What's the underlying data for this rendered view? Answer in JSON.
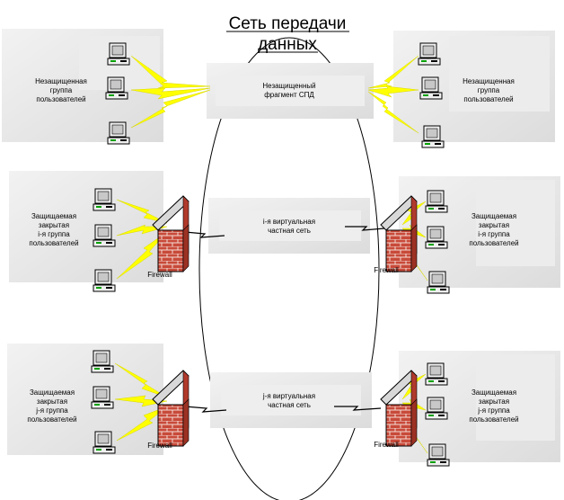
{
  "title": {
    "line1": "Сеть передачи",
    "line2": "данных"
  },
  "center_unprotected": {
    "line1": "Незащищенный",
    "line2": "фрагмент СПД"
  },
  "center_vpn_i": {
    "line1": "i-я виртуальная",
    "line2": "частная сеть"
  },
  "center_vpn_j": {
    "line1": "j-я виртуальная",
    "line2": "частная сеть"
  },
  "left_unprotected": {
    "line1": "Незащищенная",
    "line2": "группа",
    "line3": "пользователей"
  },
  "right_unprotected": {
    "line1": "Незащищенная",
    "line2": "группа",
    "line3": "пользователей"
  },
  "left_protected_i": {
    "line1": "Защищаемая",
    "line2": "закрытая",
    "line3": "i-я группа",
    "line4": "пользователей"
  },
  "right_protected_i": {
    "line1": "Защищаемая",
    "line2": "закрытая",
    "line3": "i-я группа",
    "line4": "пользователей"
  },
  "left_protected_j": {
    "line1": "Защищаемая",
    "line2": "закрытая",
    "line3": "j-я группа",
    "line4": "пользователей"
  },
  "right_protected_j": {
    "line1": "Защищаемая",
    "line2": "закрытая",
    "line3": "j-я группа",
    "line4": "пользователей"
  },
  "firewall_label": "Firewall",
  "colors": {
    "panel": "#e6e6e6",
    "lightning": "#ffff00",
    "brick": "#c84a3a",
    "mortar": "#f0d8d0"
  }
}
